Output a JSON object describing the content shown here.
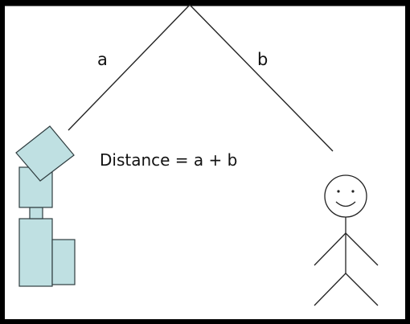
{
  "labels": {
    "segment_a": "a",
    "segment_b": "b",
    "formula": "Distance = a + b"
  },
  "colors": {
    "background": "#ffffff",
    "frame": "#000000",
    "line": "#222222",
    "device_fill": "#bfe0e2",
    "device_stroke": "#2f3d40",
    "text": "#111111"
  },
  "icons": {
    "device": "camera-icon",
    "person": "stick-figure-icon"
  }
}
